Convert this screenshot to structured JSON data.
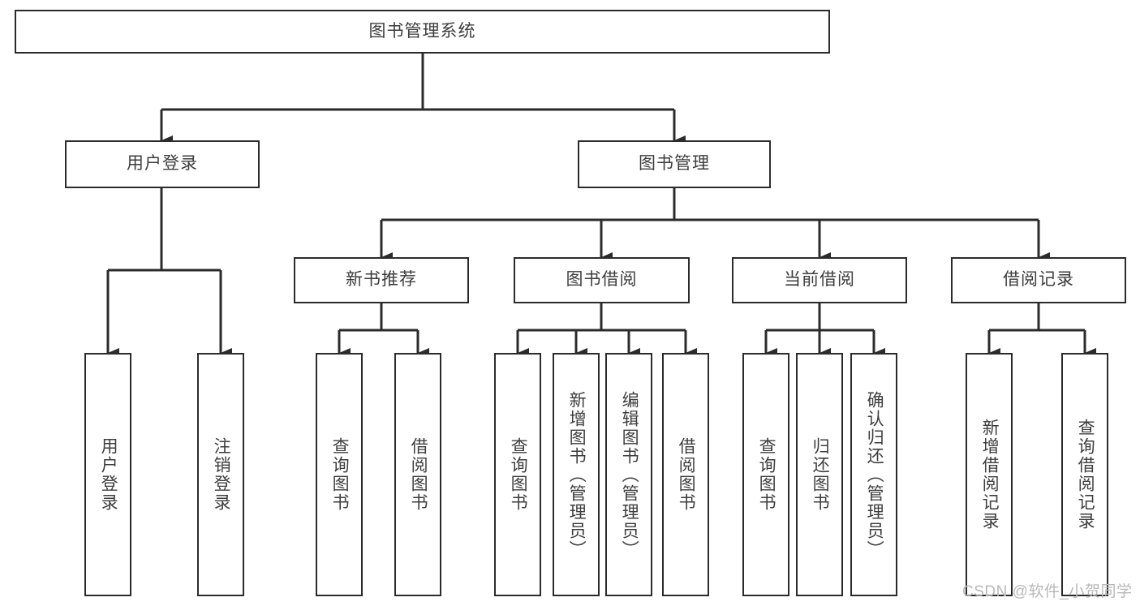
{
  "diagram": {
    "type": "tree-hierarchy-chart",
    "title_text": "图书管理系统",
    "colors": {
      "box_stroke": "#2b2b2b",
      "box_fill": "#ffffff",
      "connector": "#2b2b2b",
      "text": "#3d3d3d",
      "watermark": "#b9b9b9",
      "background": "#ffffff"
    },
    "levels": {
      "level1": [
        "图书管理系统"
      ],
      "level2": [
        "用户登录",
        "图书管理"
      ],
      "level3": [
        "新书推荐",
        "图书借阅",
        "当前借阅",
        "借阅记录"
      ],
      "level4": [
        "用户登录",
        "注销登录",
        "查询图书",
        "借阅图书",
        "查询图书",
        "新增图书（管理员）",
        "编辑图书（管理员）",
        "借阅图书",
        "查询图书",
        "归还图书",
        "确认归还（管理员）",
        "新增借阅记录",
        "查询借阅记录"
      ]
    },
    "nodes": {
      "root": {
        "label": "图书管理系统"
      },
      "user_login": {
        "label": "用户登录"
      },
      "book_mgmt": {
        "label": "图书管理"
      },
      "new_book_rec": {
        "label": "新书推荐"
      },
      "book_borrow": {
        "label": "图书借阅"
      },
      "current_borrow": {
        "label": "当前借阅"
      },
      "borrow_record": {
        "label": "借阅记录"
      },
      "leaf_user_login": {
        "label": "用户登录"
      },
      "leaf_logout": {
        "label": "注销登录"
      },
      "leaf_query_book_1": {
        "label": "查询图书"
      },
      "leaf_borrow_book_1": {
        "label": "借阅图书"
      },
      "leaf_query_book_2": {
        "label": "查询图书"
      },
      "leaf_add_book_admin": {
        "label": "新增图书（管理员）"
      },
      "leaf_edit_book_admin": {
        "label": "编辑图书（管理员）"
      },
      "leaf_borrow_book_2": {
        "label": "借阅图书"
      },
      "leaf_query_book_3": {
        "label": "查询图书"
      },
      "leaf_return_book": {
        "label": "归还图书"
      },
      "leaf_confirm_return_admin": {
        "label": "确认归还（管理员）"
      },
      "leaf_add_borrow_record": {
        "label": "新增借阅记录"
      },
      "leaf_query_borrow_record": {
        "label": "查询借阅记录"
      }
    },
    "watermark": "CSDN @软件_小贺同学"
  }
}
